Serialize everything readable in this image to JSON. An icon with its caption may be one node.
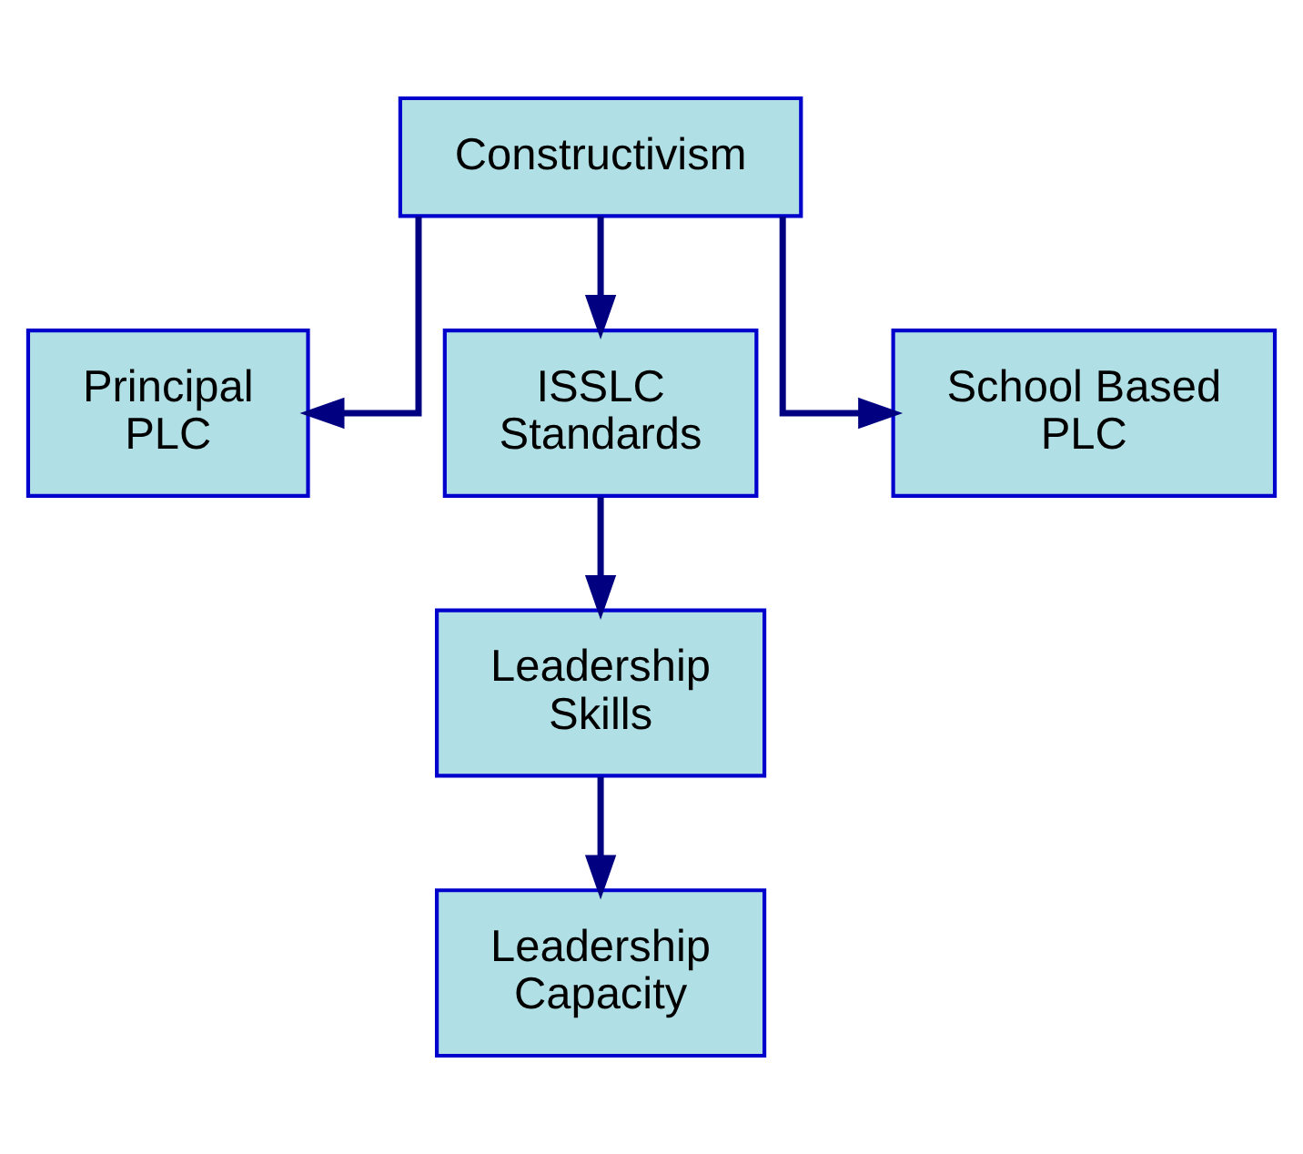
{
  "diagram": {
    "nodes": [
      {
        "text": [
          "Constructivism"
        ]
      },
      {
        "text": [
          "Principal PLC"
        ]
      },
      {
        "text": [
          "ISSLC Standards"
        ]
      },
      {
        "text": [
          "School Based PLC"
        ]
      },
      {
        "text": [
          "Leadership Skills"
        ]
      },
      {
        "text": [
          "Leadership Capacity"
        ]
      }
    ],
    "edges": [
      {
        "from": 0,
        "to": 1,
        "arrow": "to"
      },
      {
        "from": 0,
        "to": 2,
        "arrow": "to"
      },
      {
        "from": 0,
        "to": 3,
        "arrow": "to"
      },
      {
        "from": 2,
        "to": 4,
        "arrow": "to"
      },
      {
        "from": 4,
        "to": 5,
        "arrow": "to"
      }
    ]
  }
}
